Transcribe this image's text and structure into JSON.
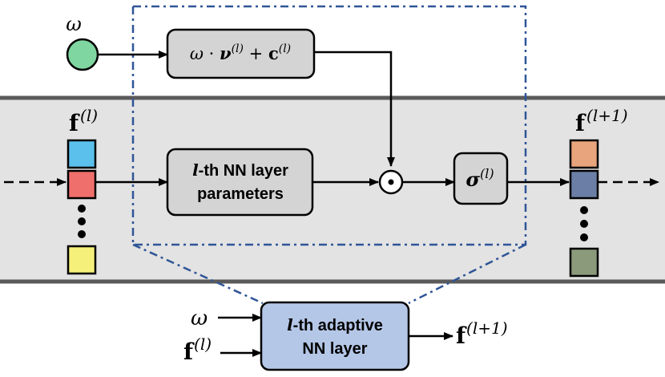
{
  "diagram": {
    "top": {
      "omega_label": "ω",
      "modulation_box": {
        "omega": "ω",
        "dot": " · ",
        "nu": "ν",
        "sup_l_1": "(l)",
        "plus": " + ",
        "c": "c",
        "sup_l_2": "(l)"
      }
    },
    "band": {
      "input_feature": {
        "base": "f",
        "sup": "(l)"
      },
      "layer_params_box": {
        "line1_italic": "l",
        "line1_rest": "-th NN layer",
        "line2": "parameters"
      },
      "hadamard_symbol": "⊙",
      "activation_box": {
        "base": "σ",
        "sup": "(l)"
      },
      "output_feature": {
        "base": "f",
        "sup": "(l+1)"
      }
    },
    "summary": {
      "input_omega": "ω",
      "input_f": {
        "base": "f",
        "sup": "(l)"
      },
      "box": {
        "line1_italic": "l",
        "line1_rest": "-th adaptive",
        "line2": "NN layer"
      },
      "output_f": {
        "base": "f",
        "sup": "(l+1)"
      }
    },
    "colors": {
      "band_fill": "#e3e3e3",
      "band_edge": "#5a5a5a",
      "omega_node": "#7fd6a0",
      "gray_box": "#d4d4d4",
      "summary_box": "#b4c7e7",
      "dashed_frame": "#2f5597",
      "in_cyan": "#5bc0eb",
      "in_red": "#ef6f6c",
      "in_yellow": "#f5f07a",
      "out_orange": "#e8a47c",
      "out_blue": "#6b7fa6",
      "out_green": "#8a9a7b"
    }
  }
}
